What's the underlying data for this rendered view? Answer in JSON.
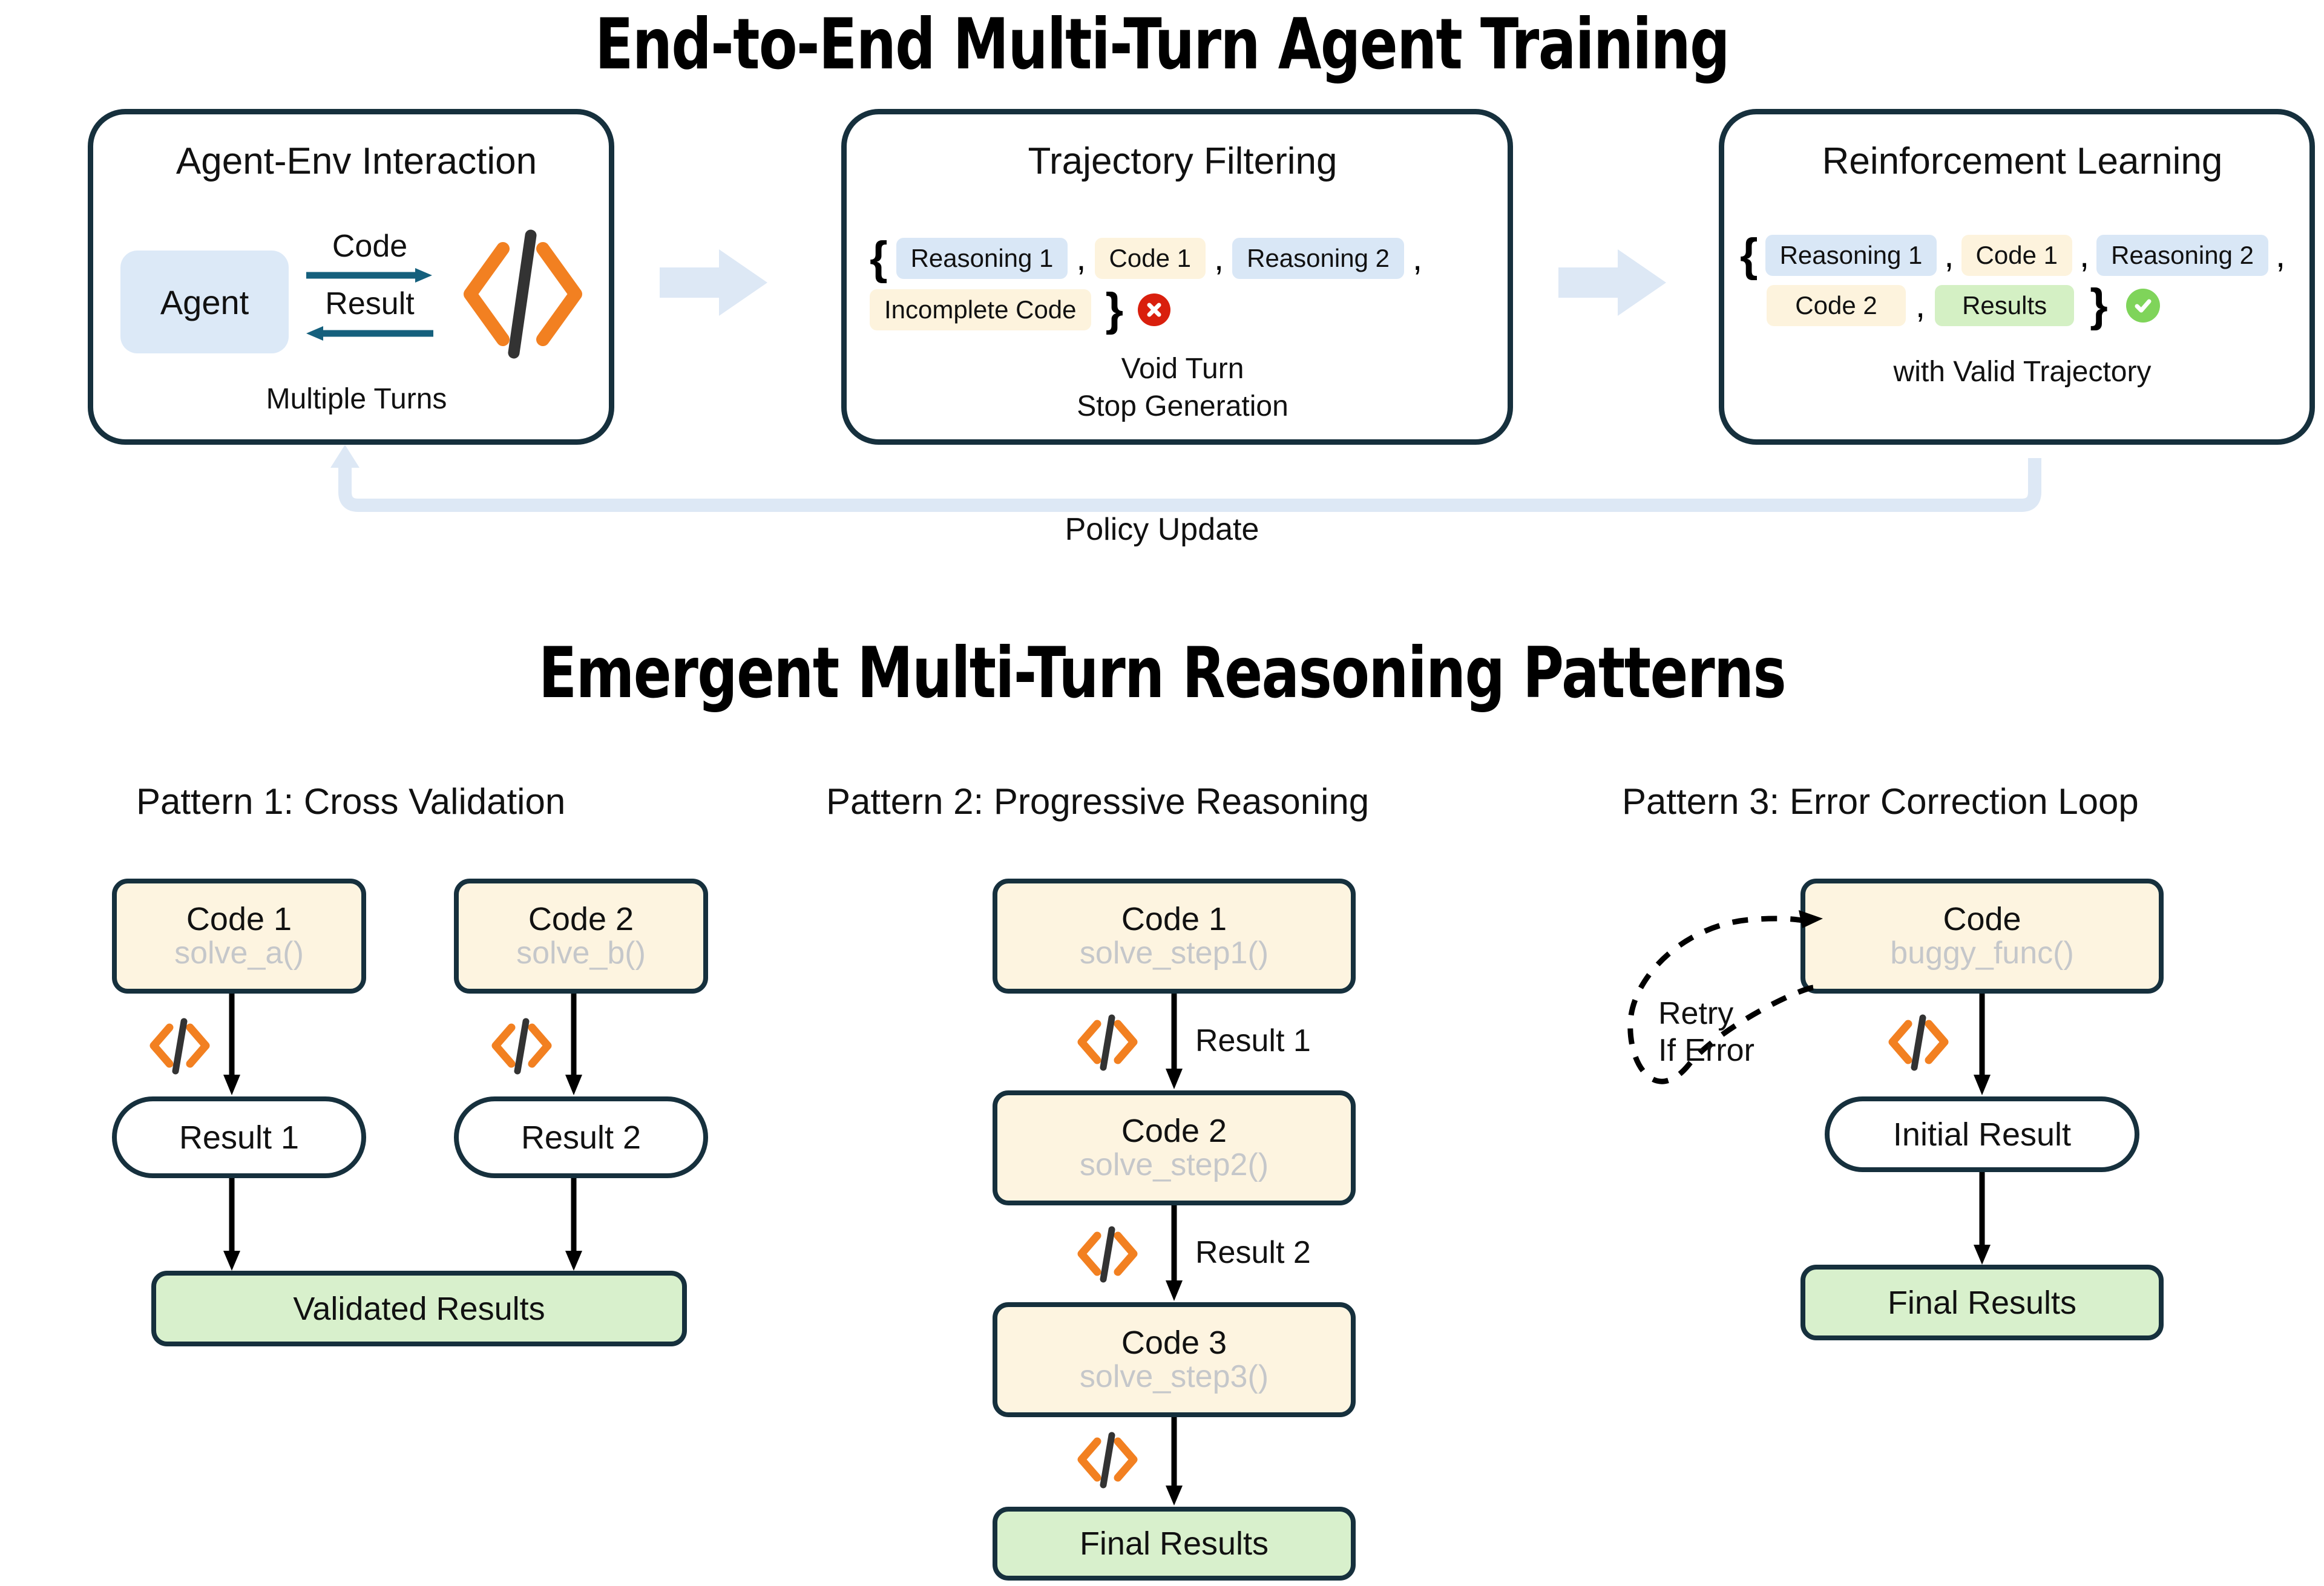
{
  "titles": {
    "main": "End-to-End Multi-Turn Agent Training",
    "secondary": "Emergent Multi-Turn Reasoning Patterns"
  },
  "colors": {
    "border_navy": "#16303d",
    "accent_orange": "#f28021",
    "pill_blue": "#d9e7f6",
    "pill_cream": "#fdf3dd",
    "pill_green": "#d4f0c4",
    "node_code": "#fdf4e0",
    "node_final": "#d8f0cc",
    "agent_blue": "#dce9f7",
    "arrow_blue": "#dde8f5",
    "arrow_teal": "#15607d",
    "error_red": "#d91f0d",
    "success_green": "#7fd45a",
    "subtext_gray": "#c5c7ca"
  },
  "pipeline": {
    "stages": [
      {
        "title": "Agent-Env Interaction",
        "agent_label": "Agent",
        "edge_out_label": "Code",
        "edge_in_label": "Result",
        "code_icon": "code-brackets-icon",
        "footer": "Multiple Turns"
      },
      {
        "title": "Trajectory Filtering",
        "open_brace": "{",
        "close_brace": "}",
        "comma": ",",
        "tokens_row1": [
          {
            "text": "Reasoning 1",
            "kind": "blue"
          },
          {
            "text": "Code 1",
            "kind": "cream"
          },
          {
            "text": "Reasoning 2",
            "kind": "blue"
          }
        ],
        "tokens_row2": [
          {
            "text": "Incomplete Code",
            "kind": "cream"
          }
        ],
        "status": "error",
        "status_icon": "error-circle-icon",
        "footer": "Void Turn\nStop Generation"
      },
      {
        "title": "Reinforcement Learning",
        "open_brace": "{",
        "close_brace": "}",
        "comma": ",",
        "tokens_row1": [
          {
            "text": "Reasoning 1",
            "kind": "blue"
          },
          {
            "text": "Code 1",
            "kind": "cream"
          },
          {
            "text": "Reasoning 2",
            "kind": "blue"
          }
        ],
        "tokens_row2": [
          {
            "text": "Code 2",
            "kind": "cream"
          },
          {
            "text": "Results",
            "kind": "green"
          }
        ],
        "status": "ok",
        "status_icon": "success-check-icon",
        "footer": "with Valid Trajectory"
      }
    ],
    "feedback_label": "Policy Update",
    "connector_icon": "block-arrow-right-icon",
    "loop_icon": "policy-update-loop-arrow-icon"
  },
  "patterns": [
    {
      "title": "Pattern 1: Cross Validation",
      "branches": [
        {
          "code_title": "Code 1",
          "code_sub": "solve_a()",
          "result": "Result 1"
        },
        {
          "code_title": "Code 2",
          "code_sub": "solve_b()",
          "result": "Result 2"
        }
      ],
      "final": "Validated Results",
      "exec_icon": "code-brackets-icon"
    },
    {
      "title": "Pattern 2: Progressive Reasoning",
      "steps": [
        {
          "code_title": "Code 1",
          "code_sub": "solve_step1()",
          "edge_label": "Result 1"
        },
        {
          "code_title": "Code 2",
          "code_sub": "solve_step2()",
          "edge_label": "Result 2"
        },
        {
          "code_title": "Code 3",
          "code_sub": "solve_step3()",
          "edge_label": ""
        }
      ],
      "final": "Final Results",
      "exec_icon": "code-brackets-icon"
    },
    {
      "title": "Pattern 3: Error Correction Loop",
      "code_title": "Code",
      "code_sub": "buggy_func()",
      "result": "Initial Result",
      "final": "Final Results",
      "retry_label": "Retry\nIf Error",
      "exec_icon": "code-brackets-icon",
      "retry_icon": "dashed-retry-loop-icon"
    }
  ]
}
